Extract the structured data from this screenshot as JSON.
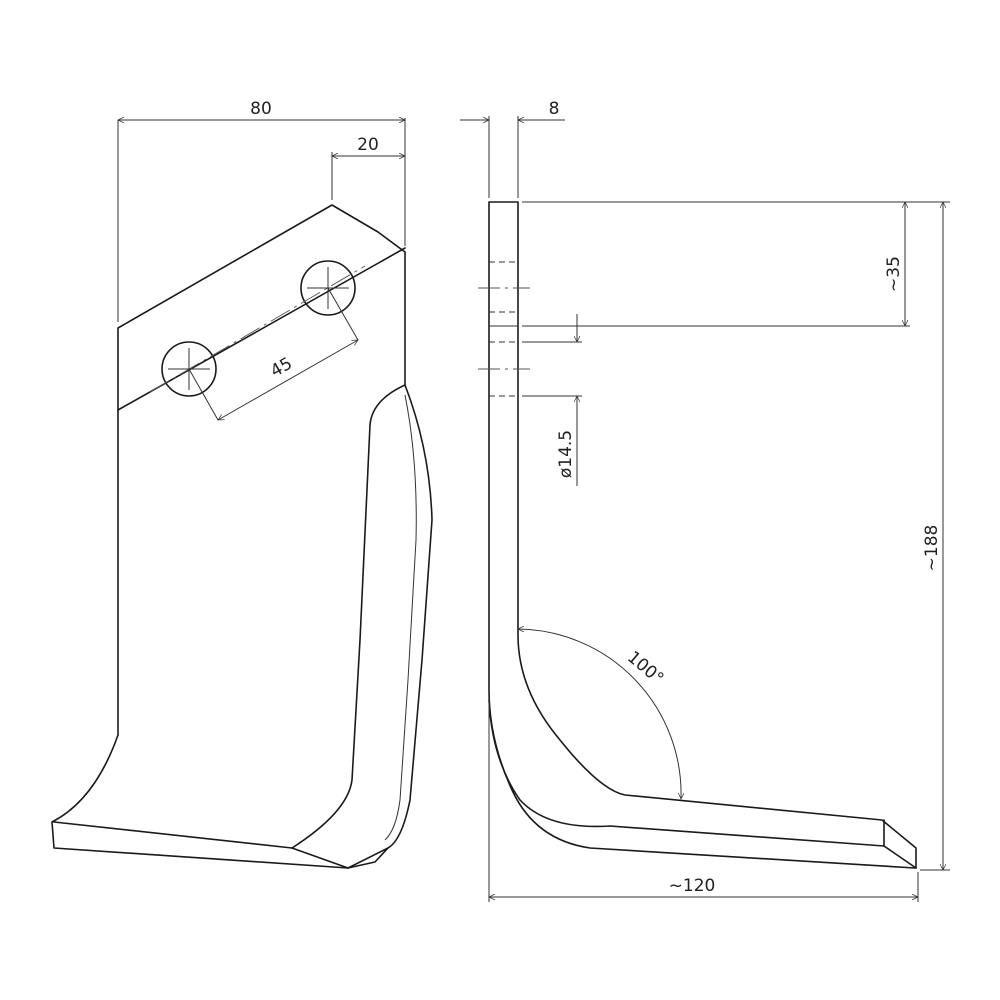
{
  "front_view": {
    "width_dim": "80",
    "offset_dim": "20",
    "hole_spacing_dim": "45"
  },
  "side_view": {
    "thickness_dim": "8",
    "hole_depth_dim": "~35",
    "hole_diameter_dim": "ø14.5",
    "bend_angle_dim": "100°",
    "height_dim": "~188",
    "length_dim": "~120"
  }
}
